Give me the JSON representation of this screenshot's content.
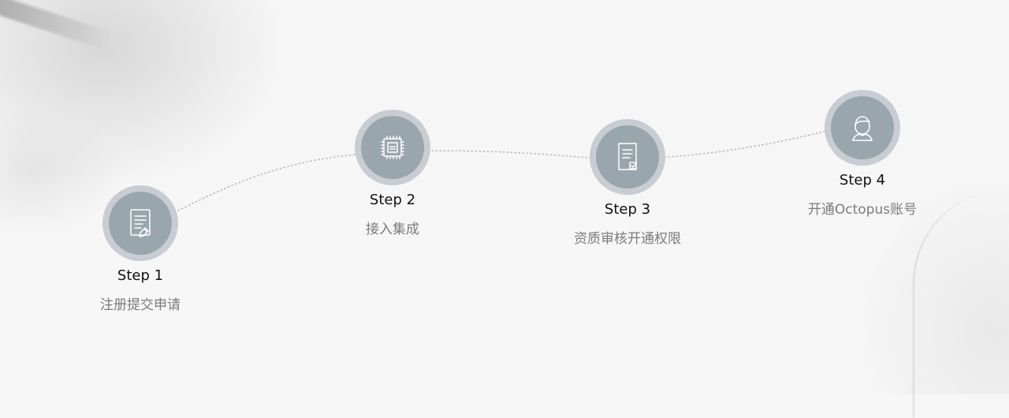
{
  "steps": [
    {
      "title": "Step 1",
      "description": "注册提交申请",
      "icon": "document-edit-icon"
    },
    {
      "title": "Step 2",
      "description": "接入集成",
      "icon": "chip-icon"
    },
    {
      "title": "Step 3",
      "description": "资质审核开通权限",
      "icon": "document-check-icon"
    },
    {
      "title": "Step 4",
      "description": "开通Octopus账号",
      "icon": "user-icon"
    }
  ],
  "colors": {
    "icon_ring": "#c7cdd2",
    "icon_core": "#9aa6ad",
    "icon_line": "#ffffff",
    "title": "#111111",
    "description": "#7b7b7b",
    "path": "#b9b9b9"
  }
}
